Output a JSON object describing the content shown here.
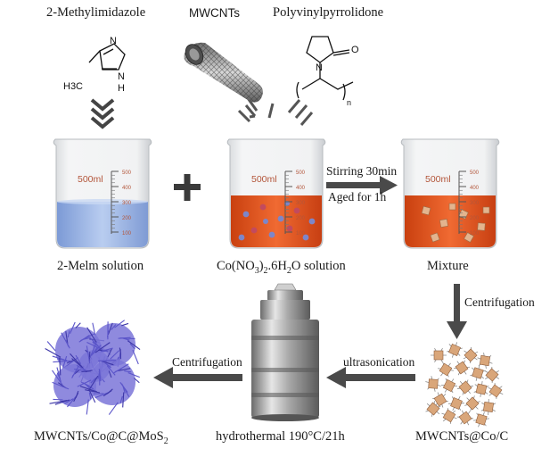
{
  "reagents": {
    "imidazole": "2-Methylimidazole",
    "mwcnts": "MWCNTs",
    "pvp": "Polyvinylpyrrolidone"
  },
  "structure_labels": {
    "h3c": "H3C",
    "n_top": "N",
    "nh": "N",
    "h": "H",
    "pvp_n": "N",
    "pvp_o": "O",
    "pvp_n_subscript": "n"
  },
  "beaker_scale": {
    "volume": "500ml",
    "ticks": [
      "500",
      "400",
      "300",
      "200",
      "100"
    ]
  },
  "plus_sign": "+",
  "solutions": {
    "melm": "2-Melm solution",
    "cobalt_prefix": "Co(NO",
    "cobalt_sub3": "3",
    "cobalt_suffix": ")",
    "cobalt_sub2": "2",
    "cobalt_tail": ".6H",
    "cobalt_subh": "2",
    "cobalt_end": "O solution",
    "mixture": "Mixture"
  },
  "steps": {
    "stir": "Stirring 30min",
    "aged": "Aged for 1h",
    "centrifugation_down": "Centrifugation",
    "ultrasonication": "ultrasonication",
    "centrifugation_left": "Centrifugation"
  },
  "products": {
    "intermediate": "MWCNTs@Co/C",
    "autoclave": "hydrothermal 190°C/21h",
    "final_prefix": "MWCNTs/Co@C@MoS",
    "final_sub": "2"
  },
  "colors": {
    "arrow": "#4a4a4a",
    "blue_liquid": "#9bb7e6",
    "orange_liquid": "#e4541f",
    "scale_text": "#b3553a",
    "cnt_purple": "#5b55c9",
    "cube_tan": "#d9a67a"
  }
}
